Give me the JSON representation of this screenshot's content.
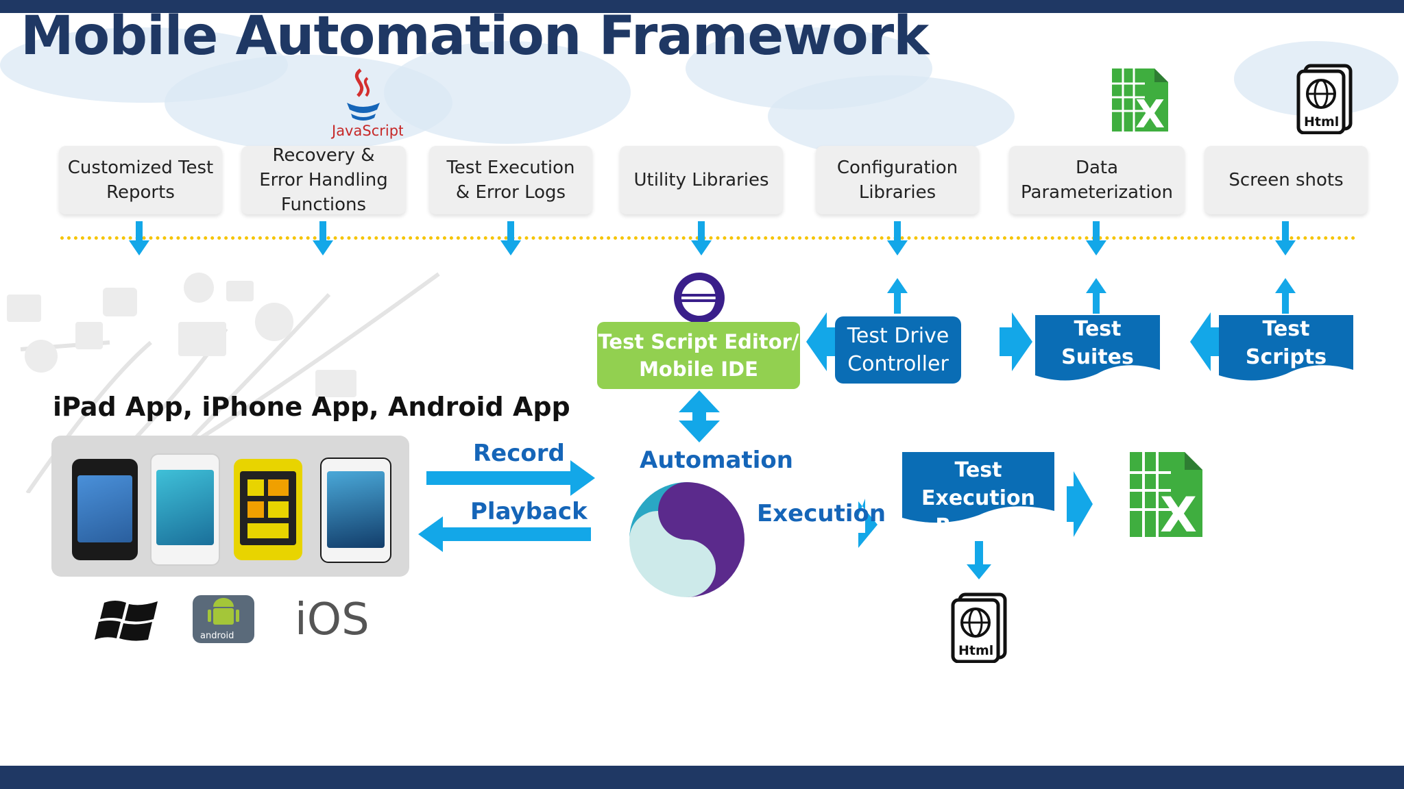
{
  "title": "Mobile Automation Framework",
  "cards": [
    {
      "label": "Customized Test\nReports"
    },
    {
      "label": "Recovery &\nError Handling\nFunctions"
    },
    {
      "label": "Test Execution\n& Error Logs"
    },
    {
      "label": "Utility Libraries"
    },
    {
      "label": "Configuration\nLibraries"
    },
    {
      "label": "Data\nParameterization"
    },
    {
      "label": "Screen shots"
    }
  ],
  "icons": {
    "javascript_text": "JavaScript",
    "html_text": "Html",
    "excel_letter": "X",
    "android_text": "android",
    "ios_text": "iOS"
  },
  "editor": {
    "label": "Test Script Editor/\nMobile IDE"
  },
  "controller": {
    "label": "Test Drive\nController"
  },
  "suites": {
    "label": "Test\nSuites"
  },
  "scripts": {
    "label": "Test\nScripts"
  },
  "apps_heading": "iPad App, iPhone App, Android App",
  "record_label": "Record",
  "playback_label": "Playback",
  "automation_label": "Automation",
  "execution_label": "Execution",
  "results_label": "Test Execution\nResults",
  "colors": {
    "navy": "#1f3864",
    "blue": "#0a6db5",
    "arrow": "#13a7e8",
    "green": "#92d050",
    "excel": "#3fae3f",
    "dots": "#f5c400"
  }
}
